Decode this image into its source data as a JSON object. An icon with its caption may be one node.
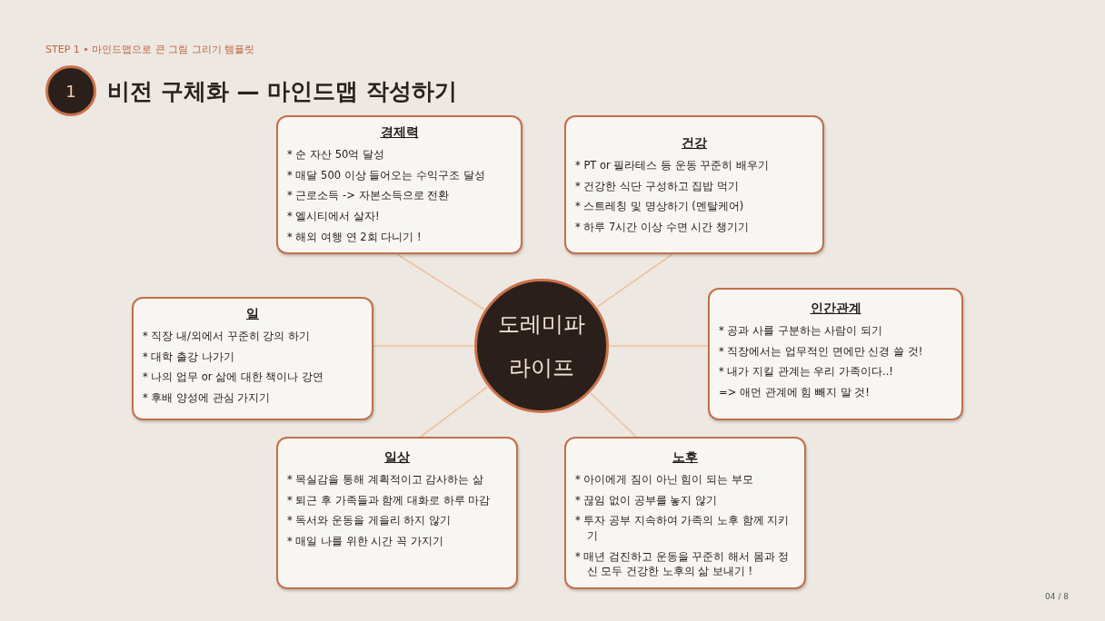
{
  "diagram": {
    "title": "비전 구체화 — 마인드맵 작성하기",
    "nodes": [
      {
        "text": [
          "1"
        ]
      },
      {
        "text": [
          "도레미파 라이프"
        ]
      },
      {
        "text": [
          "경제력",
          "* 순 자산 50억 달성",
          "* 매달 500 이상 들어오는 수익구조 달성",
          "* 근로소득 -> 자본소득으로 전환",
          "* 엘시티에서 살자!",
          "* 해외 여행 연 2회 다니기 !"
        ]
      },
      {
        "text": [
          "건강",
          "* PT or 필라테스 등 운동 꾸준히 배우기",
          "* 건강한 식단 구성하고 집밥 먹기",
          "* 스트레칭 및 명상하기 (멘탈케어)",
          "* 하루 7시간 이상 수면 시간 챙기기"
        ]
      },
      {
        "text": [
          "일",
          "* 직장 내/외에서 꾸준히 강의 하기",
          "* 대학 출강 나가기",
          "* 나의 업무 or 삶에 대한 책이나 강연",
          "* 후배 양성에 관심 가지기"
        ]
      },
      {
        "text": [
          "인간관계",
          "* 공과 사를 구분하는 사람이 되기",
          "* 직장에서는 업무적인 면에만 신경 쓸 것!",
          "* 내가 지킬 관계는 우리 가족이다..!",
          "=> 애먼 관계에 힘 빼지 말 것!"
        ]
      },
      {
        "text": [
          "일상",
          "* 목실감을 통해 계획적이고 감사하는 삶",
          "* 퇴근 후 가족들과 함께 대화로 하루 마감",
          "* 독서와 운동을 게을리 하지 않기",
          "* 매일 나를 위한 시간 꼭 가지기"
        ]
      },
      {
        "text": [
          "노후",
          "* 아이에게 짐이 아닌 힘이 되는 부모",
          "* 끊임 없이 공부를 놓지 않기",
          "* 투자 공부 지속하여 가족의 노후 함께 지키기",
          "* 매년 검진하고 운동을 꾸준히 해서 몸과 정신 모두 건강한 노후의 삶 보내기 !"
        ]
      }
    ],
    "edges": [
      {
        "from": 1,
        "to": 2,
        "arrow": "none"
      },
      {
        "from": 1,
        "to": 3,
        "arrow": "none"
      },
      {
        "from": 1,
        "to": 4,
        "arrow": "none"
      },
      {
        "from": 1,
        "to": 5,
        "arrow": "none"
      },
      {
        "from": 1,
        "to": 6,
        "arrow": "none"
      },
      {
        "from": 1,
        "to": 7,
        "arrow": "none"
      }
    ],
    "labels": [
      "STEP 1 • 마인드맵으로 큰 그림 그리기 템플릿",
      "04 / 8"
    ]
  }
}
